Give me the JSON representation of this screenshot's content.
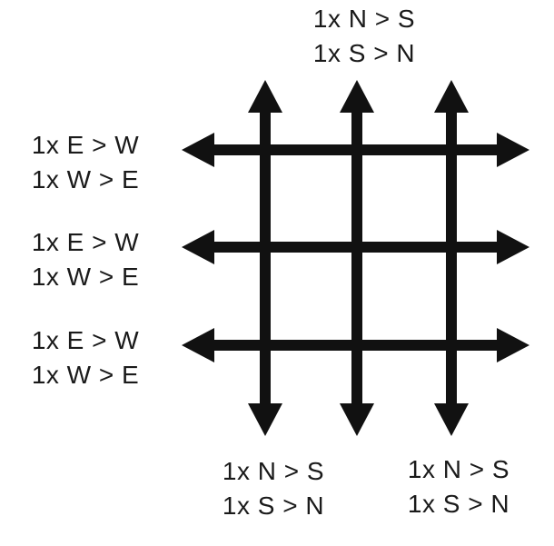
{
  "colors": {
    "background": "#ffffff",
    "arrow": "#111111",
    "text": "#1a1a1a"
  },
  "grid": {
    "horizontal_arrow_count": 3,
    "vertical_arrow_count": 3
  },
  "labels": {
    "top_center": {
      "line1": "1x N > S",
      "line2": "1x S > N"
    },
    "left_row1": {
      "line1": "1x E > W",
      "line2": "1x W > E"
    },
    "left_row2": {
      "line1": "1x E > W",
      "line2": "1x W > E"
    },
    "left_row3": {
      "line1": "1x E > W",
      "line2": "1x W > E"
    },
    "bottom_left": {
      "line1": "1x N > S",
      "line2": "1x S > N"
    },
    "bottom_right": {
      "line1": "1x N > S",
      "line2": "1x S > N"
    }
  }
}
